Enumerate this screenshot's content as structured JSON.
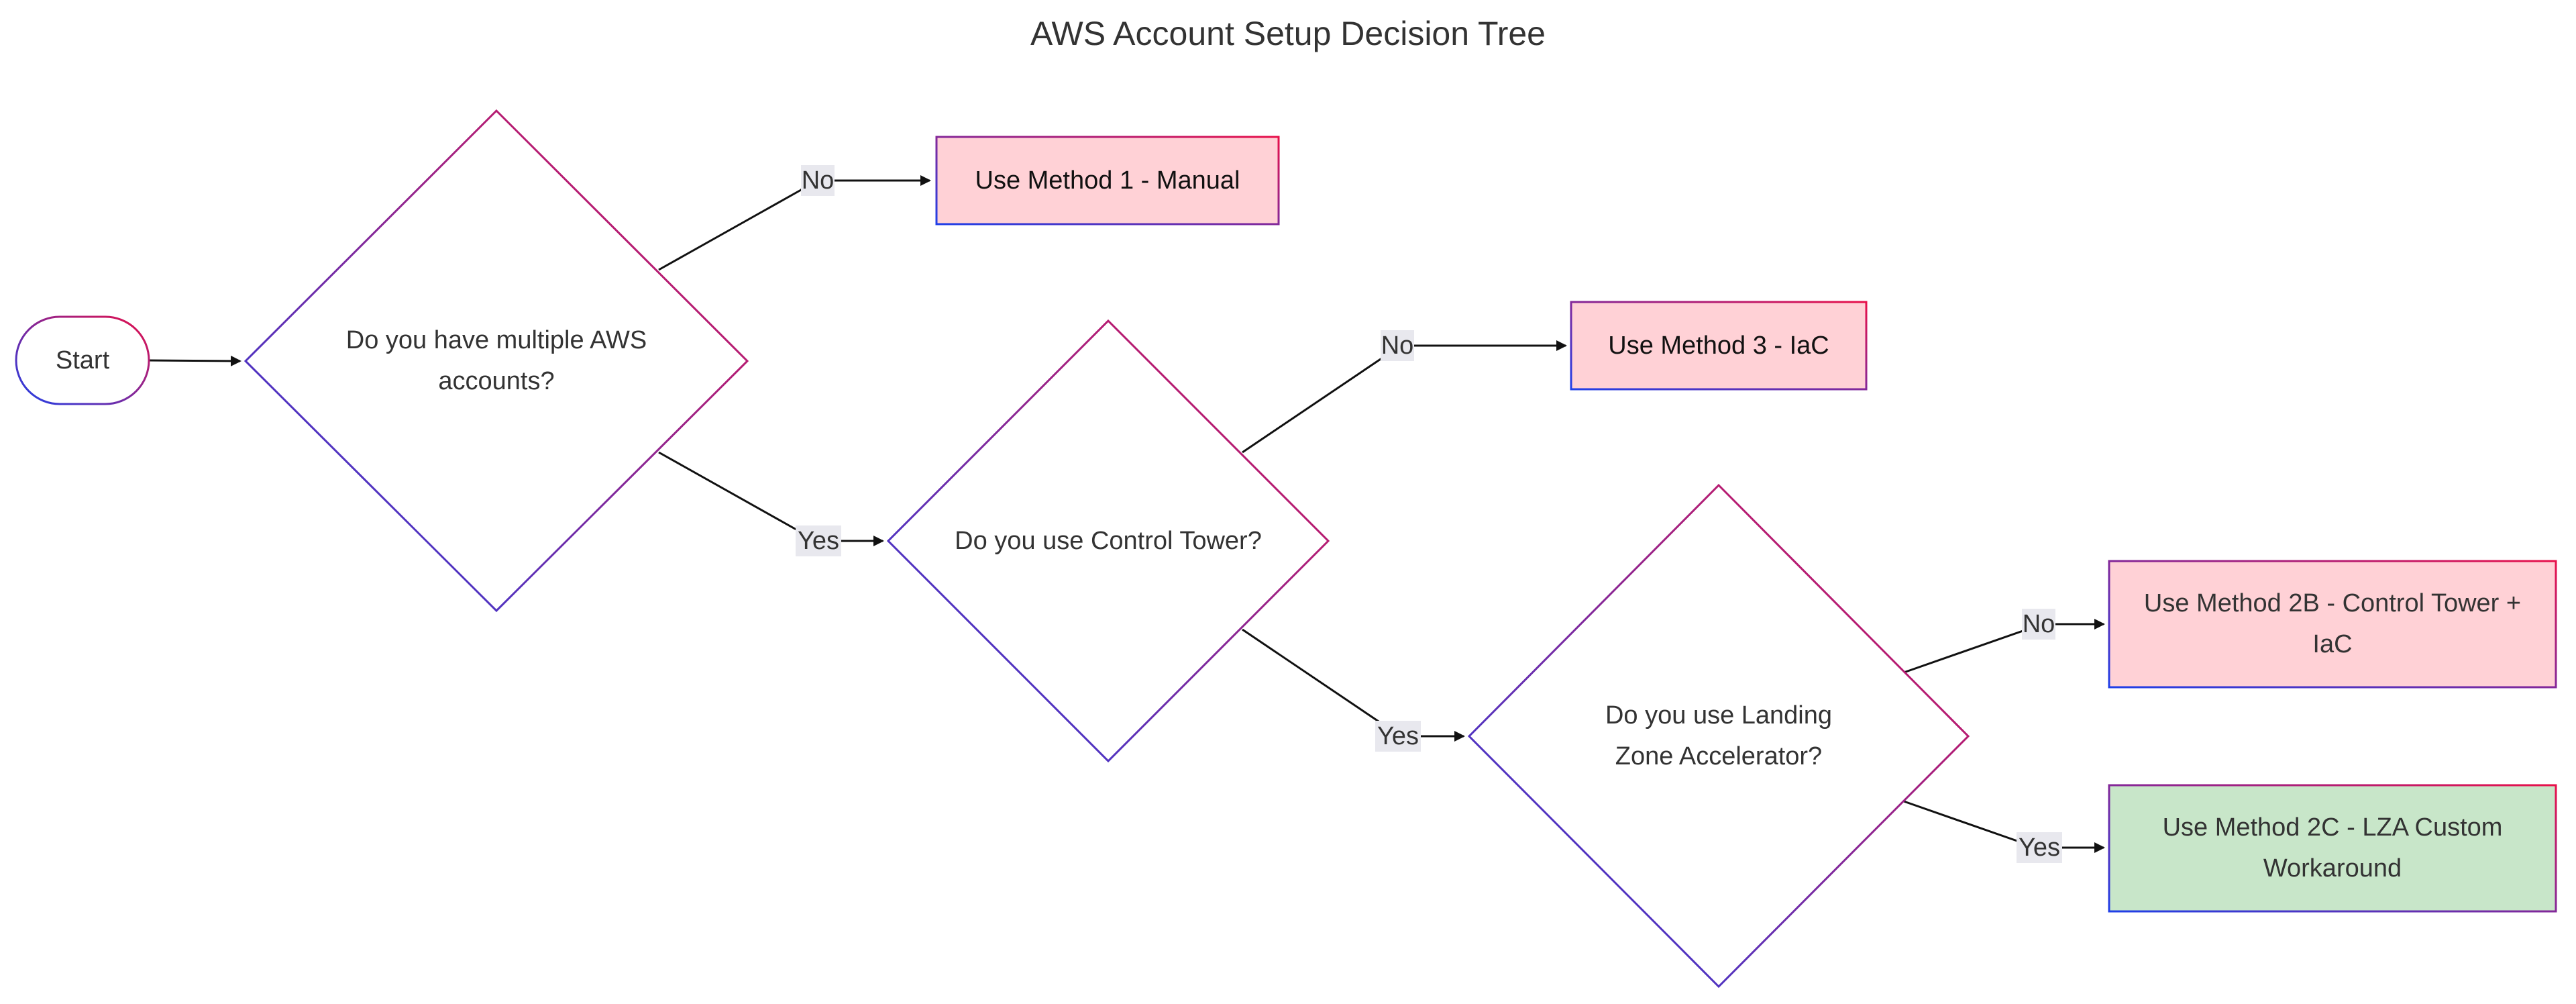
{
  "title": "AWS Account Setup Decision Tree",
  "nodes": {
    "start": "Start",
    "q_multi": "Do you have multiple AWS accounts?",
    "method1": "Use Method 1 - Manual",
    "q_ct": "Do you use Control Tower?",
    "method3": "Use Method 3 - IaC",
    "q_lza": "Do you use Landing Zone Accelerator?",
    "method2b": "Use Method 2B - Control Tower + IaC",
    "method2c": "Use Method 2C - LZA Custom Workaround"
  },
  "edges": {
    "multi_no": "No",
    "multi_yes": "Yes",
    "ct_no": "No",
    "ct_yes": "Yes",
    "lza_no": "No",
    "lza_yes": "Yes"
  },
  "colors": {
    "gradient_start": "#1f3fe8",
    "gradient_end": "#e8104a",
    "decision_fill": "#ffffff",
    "method_red_fill": "#ffd1d6",
    "method_green_fill": "#c8e6c9",
    "edge_stroke": "#111111",
    "label_bg": "#e8e8ee",
    "text": "#333333"
  }
}
